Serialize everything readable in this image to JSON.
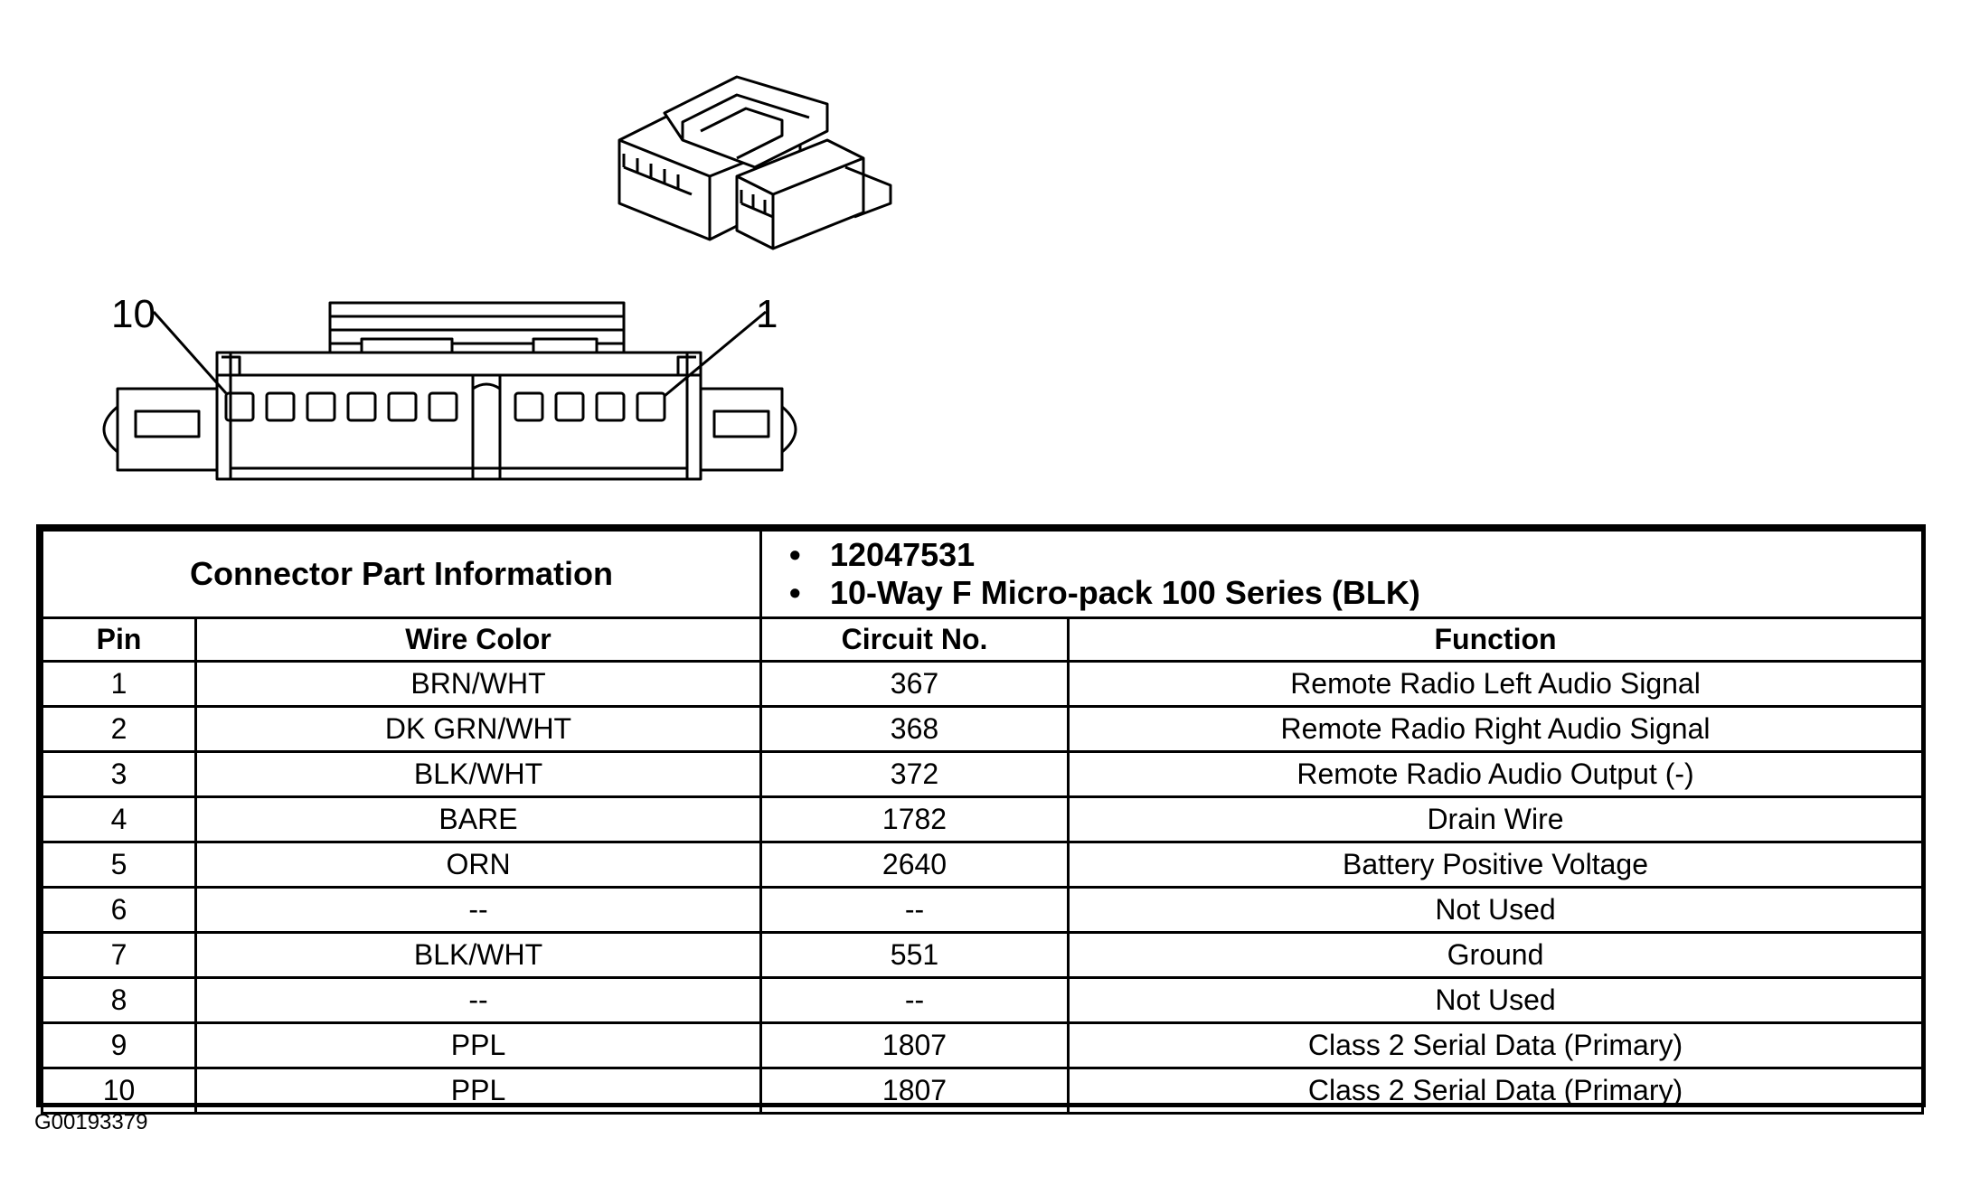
{
  "diagram": {
    "pin_label_left": "10",
    "pin_label_right": "1",
    "figure_id": "G00193379"
  },
  "connector_info": {
    "label": "Connector Part Information",
    "values": [
      "12047531",
      "10-Way F Micro-pack 100 Series (BLK)"
    ]
  },
  "table": {
    "headers": [
      "Pin",
      "Wire Color",
      "Circuit No.",
      "Function"
    ],
    "rows": [
      [
        "1",
        "BRN/WHT",
        "367",
        "Remote Radio Left Audio Signal"
      ],
      [
        "2",
        "DK GRN/WHT",
        "368",
        "Remote Radio Right Audio Signal"
      ],
      [
        "3",
        "BLK/WHT",
        "372",
        "Remote Radio Audio Output (-)"
      ],
      [
        "4",
        "BARE",
        "1782",
        "Drain Wire"
      ],
      [
        "5",
        "ORN",
        "2640",
        "Battery Positive Voltage"
      ],
      [
        "6",
        "--",
        "--",
        "Not Used"
      ],
      [
        "7",
        "BLK/WHT",
        "551",
        "Ground"
      ],
      [
        "8",
        "--",
        "--",
        "Not Used"
      ],
      [
        "9",
        "PPL",
        "1807",
        "Class 2 Serial Data (Primary)"
      ],
      [
        "10",
        "PPL",
        "1807",
        "Class 2 Serial Data (Primary)"
      ]
    ]
  }
}
